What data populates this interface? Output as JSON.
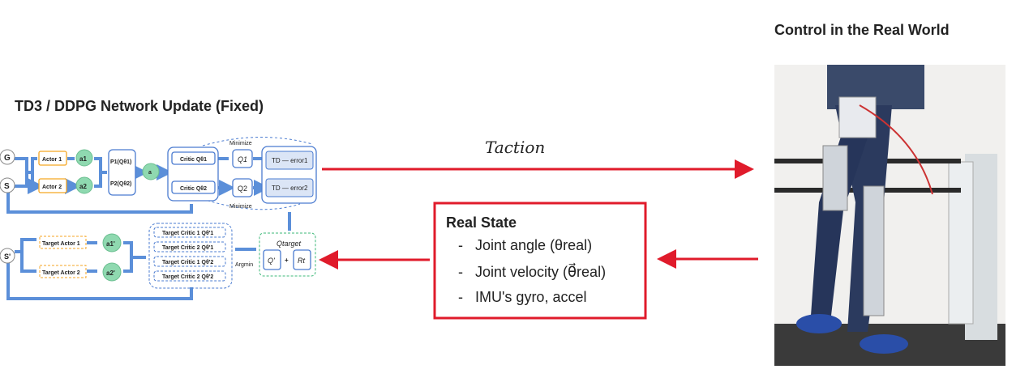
{
  "left_title": "TD3 / DDPG Network Update (Fixed)",
  "right_title": "Control in the Real World",
  "network": {
    "G": "G",
    "S": "S",
    "S_prime": "S'",
    "actor1": "Actor 1",
    "actor2": "Actor 2",
    "a1": "a1",
    "a2": "a2",
    "p1": "P1(Qθ1)",
    "p2": "P2(Qθ2)",
    "a": "a",
    "critic1": "Critic Qθ1",
    "critic2": "Critic Qθ2",
    "q1": "Q1",
    "q2": "Q2",
    "td1": "TD — error1",
    "td2": "TD — error2",
    "minimize_top": "Minimize",
    "minimize_bottom": "Minimize",
    "target_actor1": "Target Actor 1",
    "target_actor2": "Target Actor 2",
    "a1p": "a1'",
    "a2p": "a2'",
    "target_critics": [
      "Target Critic 1 Qθ'1",
      "Target Critic 2 Qθ'1",
      "Target Critic 1 Qθ'2",
      "Target Critic 2 Qθ'2"
    ],
    "argmin": "Argmin",
    "q_target": "Qtarget",
    "q_prime": "Q'",
    "plus": "+",
    "r_t": "Rt"
  },
  "action_label": "Taction",
  "real_state": {
    "title": "Real State",
    "items": [
      "Joint angle (θreal)",
      "Joint velocity (θ⃗real)",
      "IMU's gyro, accel"
    ],
    "bullet": "-"
  },
  "colors": {
    "arrow_red": "#e01b2b",
    "flow_blue": "#5b8fd9",
    "node_green": "#8fd9b0",
    "actor_orange": "#f5a623"
  }
}
